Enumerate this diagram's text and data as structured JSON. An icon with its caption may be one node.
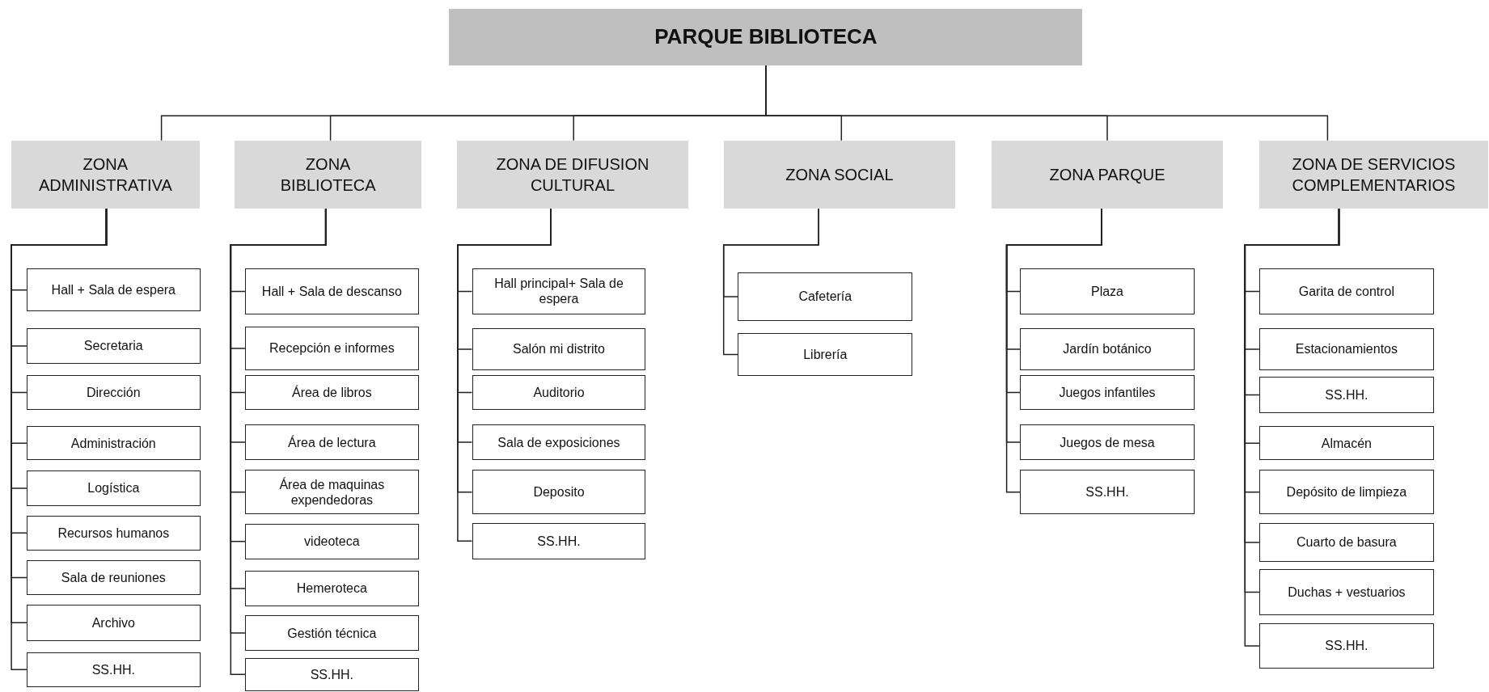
{
  "diagram": {
    "nodes": [
      {
        "text": [
          "PARQUE BIBLIOTECA"
        ]
      },
      {
        "text": [
          "ZONA ADMINISTRATIVA"
        ]
      },
      {
        "text": [
          "ZONA BIBLIOTECA"
        ]
      },
      {
        "text": [
          "ZONA DE DIFUSION CULTURAL"
        ]
      },
      {
        "text": [
          "ZONA SOCIAL"
        ]
      },
      {
        "text": [
          "ZONA PARQUE"
        ]
      },
      {
        "text": [
          "ZONA DE SERVICIOS COMPLEMENTARIOS"
        ]
      },
      {
        "text": [
          "Hall + Sala de espera"
        ]
      },
      {
        "text": [
          "Secretaria"
        ]
      },
      {
        "text": [
          "Dirección"
        ]
      },
      {
        "text": [
          "Administración"
        ]
      },
      {
        "text": [
          "Logística"
        ]
      },
      {
        "text": [
          "Recursos humanos"
        ]
      },
      {
        "text": [
          "Sala de reuniones"
        ]
      },
      {
        "text": [
          "Archivo"
        ]
      },
      {
        "text": [
          "SS.HH."
        ]
      },
      {
        "text": [
          "Hall + Sala de descanso"
        ]
      },
      {
        "text": [
          "Recepción e informes"
        ]
      },
      {
        "text": [
          "Área de libros"
        ]
      },
      {
        "text": [
          "Área de lectura"
        ]
      },
      {
        "text": [
          "Área de maquinas expendedoras"
        ]
      },
      {
        "text": [
          "videoteca"
        ]
      },
      {
        "text": [
          "Hemeroteca"
        ]
      },
      {
        "text": [
          "Gestión técnica"
        ]
      },
      {
        "text": [
          "SS.HH."
        ]
      },
      {
        "text": [
          "Hall principal+ Sala de espera"
        ]
      },
      {
        "text": [
          "Salón mi distrito"
        ]
      },
      {
        "text": [
          "Auditorio"
        ]
      },
      {
        "text": [
          "Sala de exposiciones"
        ]
      },
      {
        "text": [
          "Deposito"
        ]
      },
      {
        "text": [
          "SS.HH."
        ]
      },
      {
        "text": [
          "Cafetería"
        ]
      },
      {
        "text": [
          "Librería"
        ]
      },
      {
        "text": [
          "Plaza"
        ]
      },
      {
        "text": [
          "Jardín botánico"
        ]
      },
      {
        "text": [
          "Juegos infantiles"
        ]
      },
      {
        "text": [
          "Juegos de mesa"
        ]
      },
      {
        "text": [
          "SS.HH."
        ]
      },
      {
        "text": [
          "Garita de control"
        ]
      },
      {
        "text": [
          "Estacionamientos"
        ]
      },
      {
        "text": [
          "SS.HH."
        ]
      },
      {
        "text": [
          "Almacén"
        ]
      },
      {
        "text": [
          "Depósito de limpieza"
        ]
      },
      {
        "text": [
          "Cuarto de basura"
        ]
      },
      {
        "text": [
          "Duchas + vestuarios"
        ]
      },
      {
        "text": [
          "SS.HH."
        ]
      }
    ],
    "edges": [
      {
        "from": 0,
        "to": 1,
        "arrow": "none"
      },
      {
        "from": 0,
        "to": 2,
        "arrow": "none"
      },
      {
        "from": 0,
        "to": 3,
        "arrow": "none"
      },
      {
        "from": 0,
        "to": 4,
        "arrow": "none"
      },
      {
        "from": 0,
        "to": 5,
        "arrow": "none"
      },
      {
        "from": 0,
        "to": 6,
        "arrow": "none"
      },
      {
        "from": 1,
        "to": 7,
        "arrow": "none"
      },
      {
        "from": 1,
        "to": 8,
        "arrow": "none"
      },
      {
        "from": 1,
        "to": 9,
        "arrow": "none"
      },
      {
        "from": 1,
        "to": 10,
        "arrow": "none"
      },
      {
        "from": 1,
        "to": 11,
        "arrow": "none"
      },
      {
        "from": 1,
        "to": 12,
        "arrow": "none"
      },
      {
        "from": 1,
        "to": 13,
        "arrow": "none"
      },
      {
        "from": 1,
        "to": 14,
        "arrow": "none"
      },
      {
        "from": 1,
        "to": 15,
        "arrow": "none"
      },
      {
        "from": 2,
        "to": 16,
        "arrow": "none"
      },
      {
        "from": 2,
        "to": 17,
        "arrow": "none"
      },
      {
        "from": 2,
        "to": 18,
        "arrow": "none"
      },
      {
        "from": 2,
        "to": 19,
        "arrow": "none"
      },
      {
        "from": 2,
        "to": 20,
        "arrow": "none"
      },
      {
        "from": 2,
        "to": 21,
        "arrow": "none"
      },
      {
        "from": 2,
        "to": 22,
        "arrow": "none"
      },
      {
        "from": 2,
        "to": 23,
        "arrow": "none"
      },
      {
        "from": 2,
        "to": 24,
        "arrow": "none"
      },
      {
        "from": 3,
        "to": 25,
        "arrow": "none"
      },
      {
        "from": 3,
        "to": 26,
        "arrow": "none"
      },
      {
        "from": 3,
        "to": 27,
        "arrow": "none"
      },
      {
        "from": 3,
        "to": 28,
        "arrow": "none"
      },
      {
        "from": 3,
        "to": 29,
        "arrow": "none"
      },
      {
        "from": 3,
        "to": 30,
        "arrow": "none"
      },
      {
        "from": 4,
        "to": 31,
        "arrow": "none"
      },
      {
        "from": 4,
        "to": 32,
        "arrow": "none"
      },
      {
        "from": 5,
        "to": 33,
        "arrow": "none"
      },
      {
        "from": 5,
        "to": 34,
        "arrow": "none"
      },
      {
        "from": 5,
        "to": 35,
        "arrow": "none"
      },
      {
        "from": 5,
        "to": 36,
        "arrow": "none"
      },
      {
        "from": 5,
        "to": 37,
        "arrow": "none"
      },
      {
        "from": 6,
        "to": 38,
        "arrow": "none"
      },
      {
        "from": 6,
        "to": 39,
        "arrow": "none"
      },
      {
        "from": 6,
        "to": 40,
        "arrow": "none"
      },
      {
        "from": 6,
        "to": 41,
        "arrow": "none"
      },
      {
        "from": 6,
        "to": 42,
        "arrow": "none"
      },
      {
        "from": 6,
        "to": 43,
        "arrow": "none"
      },
      {
        "from": 6,
        "to": 44,
        "arrow": "none"
      },
      {
        "from": 6,
        "to": 45,
        "arrow": "none"
      }
    ]
  }
}
